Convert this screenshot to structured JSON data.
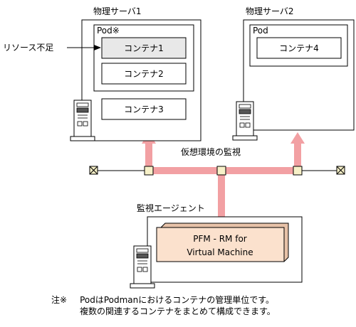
{
  "servers": {
    "server1": {
      "label": "物理サーバ1",
      "pod_label": "Pod※",
      "containers": [
        "コンテナ1",
        "コンテナ2",
        "コンテナ3"
      ],
      "shortage_label": "リソース不足"
    },
    "server2": {
      "label": "物理サーバ2",
      "pod_label": "Pod",
      "containers": [
        "コンテナ4"
      ]
    }
  },
  "monitoring_label": "仮想環境の監視",
  "agent": {
    "label": "監視エージェント",
    "product_line1": "PFM - RM for",
    "product_line2": "Virtual Machine"
  },
  "footnote": {
    "mark": "注※",
    "line1": "PodはPodmanにおけるコンテナの管理単位です。",
    "line2": "複数の関連するコンテナをまとめて構成できます。"
  },
  "colors": {
    "arrow_fill": "#f2a0a3",
    "highlight_container": "#e8e8e8",
    "product_box": "#fbe1cd",
    "node": "#f7f1c8"
  }
}
